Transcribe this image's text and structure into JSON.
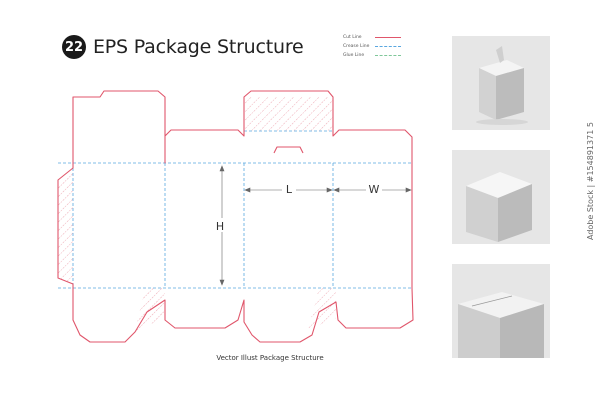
{
  "header": {
    "number": "22",
    "title": "EPS Package Structure"
  },
  "legend": [
    {
      "label": "Cut Line",
      "color": "#e0566b",
      "style": "solid"
    },
    {
      "label": "Crease Line",
      "color": "#5aa7e0",
      "style": "dashed"
    },
    {
      "label": "Glue Line",
      "color": "#7fc79a",
      "style": "dashed"
    }
  ],
  "diagram": {
    "dim_height": "H",
    "dim_length": "L",
    "dim_width": "W",
    "cut_color": "#e0566b",
    "crease_color": "#5aa7e0",
    "glue_hatch_color": "#e57f8f"
  },
  "caption": "Vector Illust Package Structure",
  "photos": [
    {
      "name": "box-with-tab"
    },
    {
      "name": "box-closed-top"
    },
    {
      "name": "box-tuck-flap"
    }
  ],
  "watermark": "Adobe Stock | #154891371 5"
}
